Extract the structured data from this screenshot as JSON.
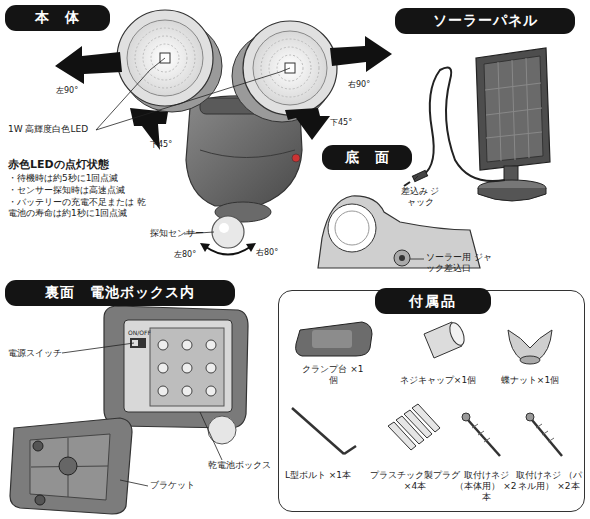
{
  "diagram": {
    "nodes": [
      {
        "text": [
          "本　体"
        ]
      },
      {
        "text": [
          "ソーラーパネル"
        ]
      },
      {
        "text": [
          "底　面"
        ]
      },
      {
        "text": [
          "裏面　電池ボックス内"
        ]
      },
      {
        "text": [
          "付属品"
        ]
      }
    ],
    "labels": [
      "左90°",
      "右90°",
      "下45°",
      "下45°",
      "1W 高輝度白色LED",
      "赤色LEDの点灯状態",
      "・待機時は約5秒に1回点滅",
      "・センサー探知時は高速点滅",
      "・バッテリーの充電不足または 乾電池の寿命は約1秒に1回点滅",
      "探知センサー",
      "左80°",
      "右80°",
      "差込み ジャック",
      "ソーラー用 ジャック差込口",
      "ON/OFF",
      "電源スイッチ",
      "乾電池ボックス",
      "ブラケット",
      "クランプ台 ×1個",
      "ネジキャップ×1個",
      "蝶ナット×1個",
      "L型ボルト ×1本",
      "プラスチック製プラグ ×4本",
      "取付けネジ （本体用） ×2本",
      "取付けネジ （パネル用） ×2本"
    ]
  }
}
